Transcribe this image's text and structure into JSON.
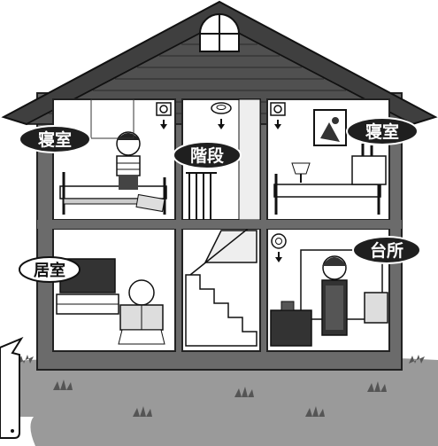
{
  "labels": {
    "bedroom_left": "寝室",
    "stairs": "階段",
    "bedroom_right": "寝室",
    "living": "居室",
    "kitchen": "台所"
  },
  "colors": {
    "roof": "#3f3f3f",
    "wall": "#6b6b6b",
    "room_fill": "#ffffff",
    "ground": "#9a9a9a",
    "label_bg": "#1f1f1f",
    "label_text": "#ffffff"
  }
}
